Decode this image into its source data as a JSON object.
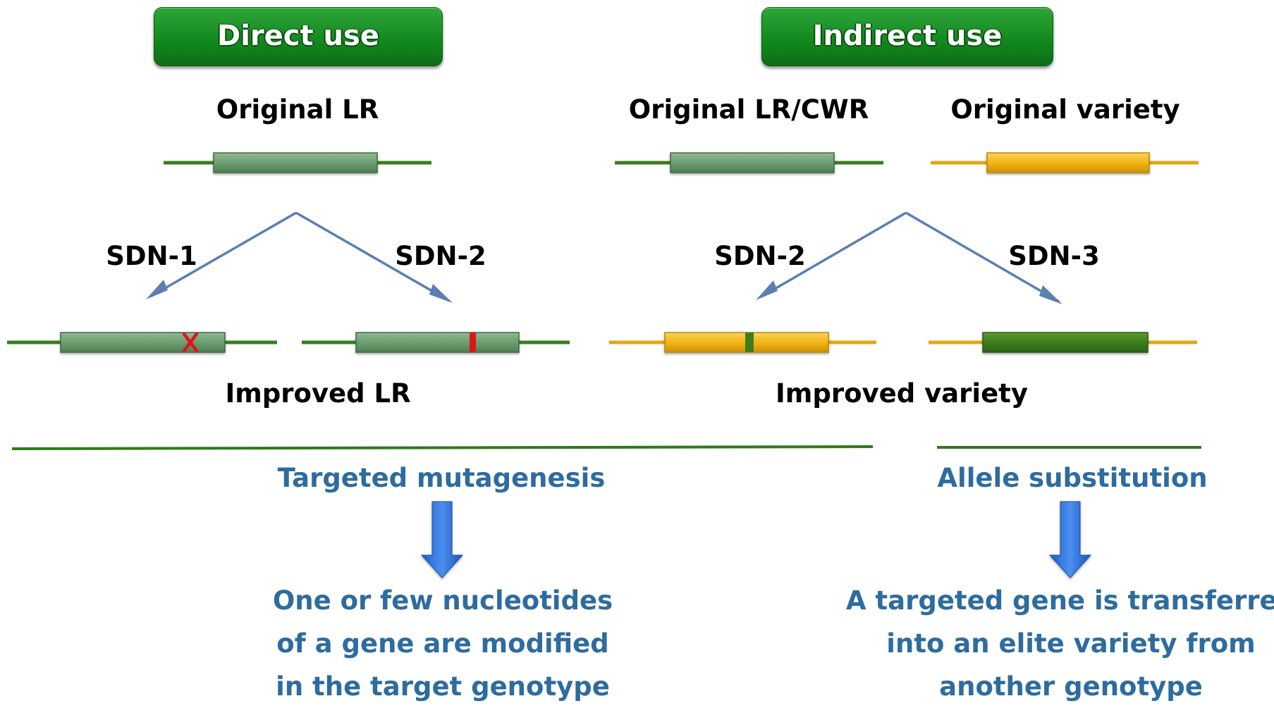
{
  "headers": {
    "direct": "Direct use",
    "indirect": "Indirect use"
  },
  "labels": {
    "original_lr": "Original LR",
    "original_lr_cwr": "Original LR/CWR",
    "original_variety": "Original variety",
    "sdn1_left": "SDN-1",
    "sdn2_left": "SDN-2",
    "sdn2_right": "SDN-2",
    "sdn3_right": "SDN-3",
    "improved_lr": "Improved LR",
    "improved_variety": "Improved variety"
  },
  "outcomes": {
    "targeted_mutagenesis": "Targeted mutagenesis",
    "allele_substitution": "Allele substitution",
    "left_desc": [
      "One or few nucleotides",
      "of a gene are modified",
      "in the target genotype"
    ],
    "right_desc": [
      "A targeted gene is transferred",
      "into an elite variety from",
      "another genotype"
    ]
  },
  "colors": {
    "header_green": "#138a1f",
    "gene_green": "#6e9e72",
    "line_green": "#3a7d1e",
    "gene_yellow": "#f2b515",
    "mutation_red": "#e0141b",
    "arrow_blue": "#5b7fb0",
    "text_blue": "#2e6c9e"
  }
}
